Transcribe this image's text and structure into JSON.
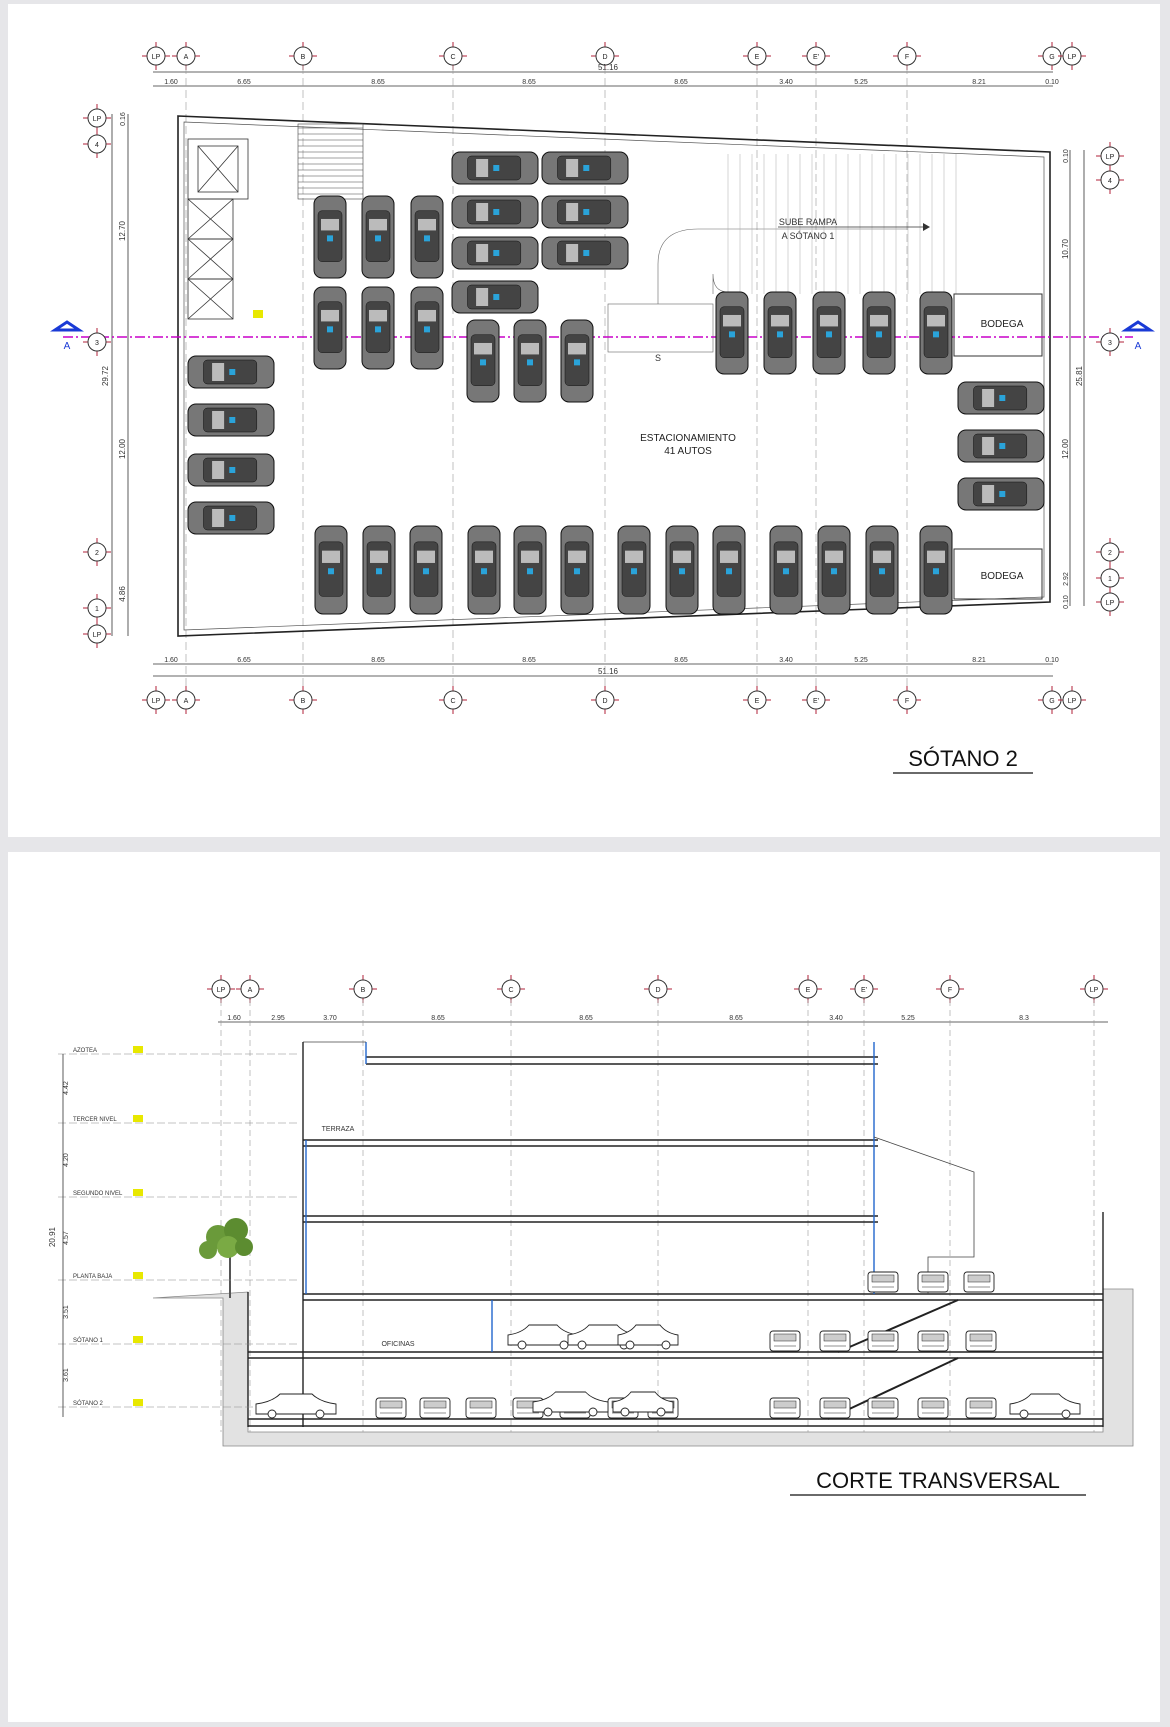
{
  "plan": {
    "title": "SÓTANO 2",
    "grid_x": [
      "LP",
      "A",
      "B",
      "C",
      "D",
      "E",
      "E'",
      "F",
      "G",
      "LP"
    ],
    "grid_y_left": [
      "4",
      "LP",
      "3",
      "2",
      "1",
      "LP"
    ],
    "dims_x": [
      "1.60",
      "6.65",
      "8.65",
      "8.65",
      "8.65",
      "3.40",
      "5.25",
      "8.21",
      "0.10"
    ],
    "dim_total": "51.16",
    "dims_y_left_total": "29.72",
    "dims_y_left": [
      "0.16",
      "12.70",
      "12.00",
      "4.86"
    ],
    "dims_y_right_total": "25.81",
    "dims_y_right": [
      "0.10",
      "10.70",
      "12.00",
      "2.92",
      "0.10"
    ],
    "ramp_label_1": "SUBE RAMPA",
    "ramp_label_2": "A SÓTANO 1",
    "parking_label_1": "ESTACIONAMIENTO",
    "parking_label_2": "41 AUTOS",
    "storage_label": "BODEGA",
    "section_cut": "A",
    "ramp_arrow_letter": "S"
  },
  "section": {
    "title": "CORTE TRANSVERSAL",
    "grid_x": [
      "LP",
      "A",
      "B",
      "C",
      "D",
      "E",
      "E'",
      "F",
      "LP"
    ],
    "dims_x": [
      "1.60",
      "2.95",
      "3.70",
      "8.65",
      "8.65",
      "8.65",
      "3.40",
      "5.25",
      "8.3"
    ],
    "levels": [
      "AZOTEA",
      "TERCER NIVEL",
      "SEGUNDO NIVEL",
      "PLANTA BAJA",
      "SÓTANO 1",
      "SÓTANO 2"
    ],
    "level_dims": [
      "4.42",
      "4.20",
      "4.57",
      "3.51",
      "3.61"
    ],
    "total_height": "20.91",
    "terrace_label": "TERRAZA",
    "office_label": "OFICINAS"
  },
  "colors": {
    "grid_bubble": "#b0203a",
    "section_line": "#c800c8",
    "cut_arrow": "#1a3ad6",
    "accent_blue": "#2266cc",
    "level_tag": "#e8e800"
  }
}
